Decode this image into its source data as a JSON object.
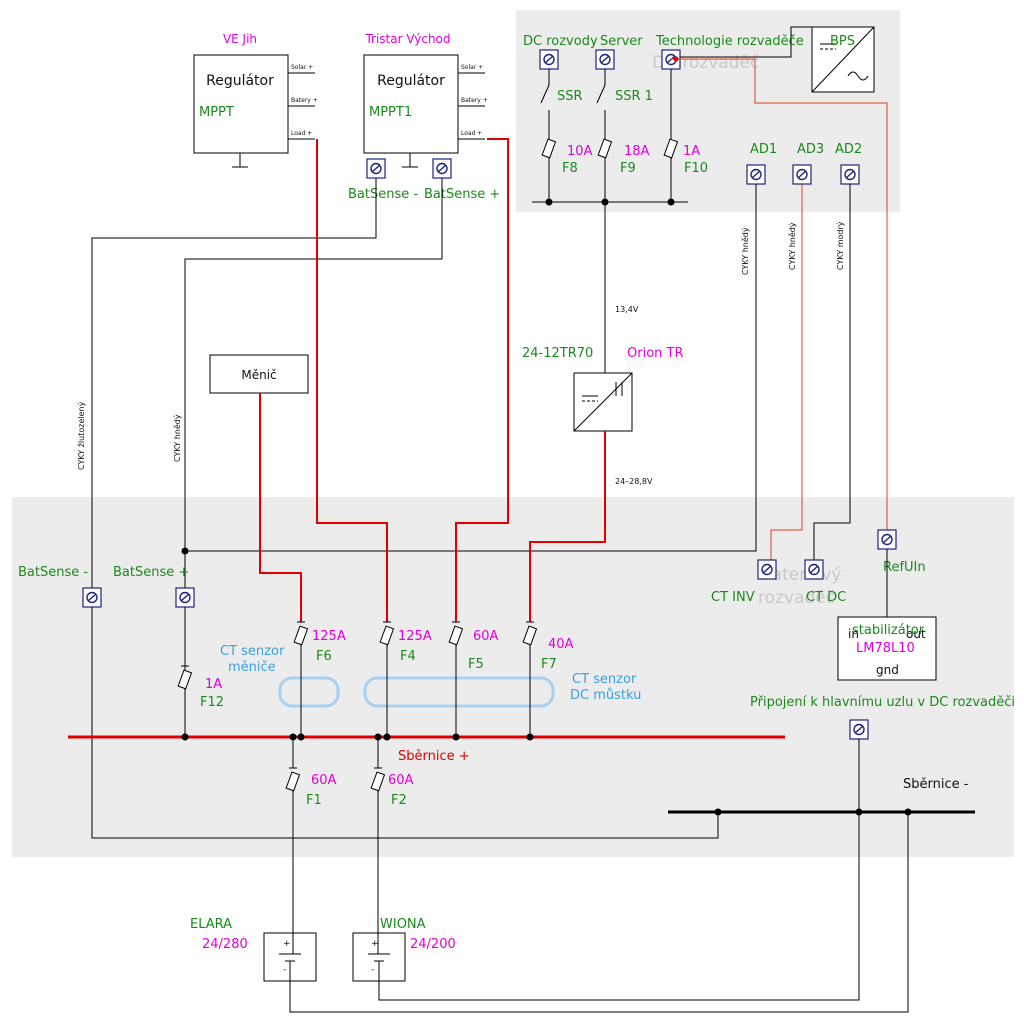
{
  "areas": {
    "dc_rozvadec": "DC rozvaděč",
    "bateriovy_rozvadec_1": "Bateriový",
    "bateriovy_rozvadec_2": "rozvaděč"
  },
  "regulators": [
    {
      "brand": "VE Jih",
      "title": "Regulátor",
      "model": "MPPT",
      "ports": [
        "Solar +",
        "Batery +",
        "Load +"
      ]
    },
    {
      "brand": "Tristar Východ",
      "title": "Regulátor",
      "model": "MPPT1",
      "ports": [
        "Solar +",
        "Batery +",
        "Load +"
      ]
    }
  ],
  "batsense_top": {
    "minus": "BatSense -",
    "plus": "BatSense +"
  },
  "batsense_bottom": {
    "minus": "BatSense -",
    "plus": "BatSense  +"
  },
  "dc_terminals": {
    "dc_rozvody": "DC rozvody",
    "server": "Server",
    "technologie": "Technologie rozvaděče",
    "bps": "BPS"
  },
  "ssr": [
    "SSR",
    "SSR 1"
  ],
  "top_fuses": [
    {
      "rating": "10A",
      "name": "F8"
    },
    {
      "rating": "18A",
      "name": "F9"
    },
    {
      "rating": "1A",
      "name": "F10"
    }
  ],
  "ad_terminals": [
    "AD1",
    "AD3",
    "AD2"
  ],
  "cables": {
    "cyky_hnedy_1": "CYKY hnědý",
    "cyky_hnedy_2": "CYKY hnědý",
    "cyky_modry": "CYKY modrý",
    "cyky_zlutozeleny": "CYKY žlutozelený",
    "cyky_hnedy_left": "CYKY hnědý"
  },
  "converter": {
    "v_in": "13,4V",
    "model": "24-12TR70",
    "name": "Orion TR",
    "v_out": "24–28,8V"
  },
  "menic": "Měnič",
  "ct_labels": {
    "ct_inv": "CT  INV",
    "ct_dc": "CT DC",
    "refuin": "RefUIn"
  },
  "stabilizer": {
    "in": "in",
    "out": "out",
    "name": "stabilizátor",
    "model": "LM78L10",
    "gnd": "gnd"
  },
  "pripojeni": "Připojení k hlavnímu uzlu v DC rozvaděči",
  "ct_senzor_menice": [
    "CT senzor",
    "měniče"
  ],
  "ct_senzor_dc": [
    "CT senzor",
    "DC můstku"
  ],
  "main_fuses": [
    {
      "rating": "125A",
      "name": "F6"
    },
    {
      "rating": "125A",
      "name": "F4"
    },
    {
      "rating": "60A",
      "name": "F5"
    },
    {
      "rating": "40A",
      "name": "F7"
    },
    {
      "rating": "1A",
      "name": "F12"
    },
    {
      "rating": "60A",
      "name": "F1"
    },
    {
      "rating": "60A",
      "name": "F2"
    }
  ],
  "sbernice_plus": "Sběrnice +",
  "sbernice_minus": "Sběrnice -",
  "batteries": [
    {
      "name": "ELARA",
      "capacity": "24/280",
      "plus": "+",
      "minus": "-"
    },
    {
      "name": "WIONA",
      "capacity": "24/200",
      "plus": "+",
      "minus": "-"
    }
  ],
  "colors": {
    "magenta": "#e000e0",
    "green": "#1a8a1a",
    "red": "#e00000",
    "blue": "#3aa0e0",
    "panel": "#ececec"
  }
}
